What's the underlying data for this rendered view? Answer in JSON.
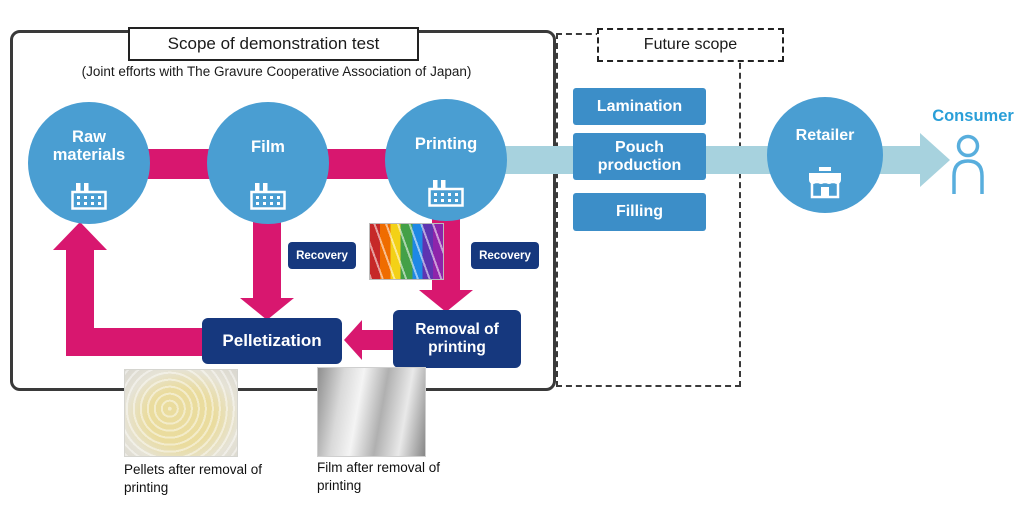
{
  "title_box": "Scope of demonstration test",
  "subtitle": "(Joint efforts with The Gravure Cooperative Association of Japan)",
  "future_scope_label": "Future scope",
  "nodes": {
    "raw_materials": "Raw materials",
    "film": "Film",
    "printing": "Printing",
    "retailer": "Retailer",
    "consumer": "Consumer"
  },
  "future_steps": [
    {
      "label": "Lamination"
    },
    {
      "label": "Pouch production"
    },
    {
      "label": "Filling"
    }
  ],
  "recycle": {
    "recovery_film_label": "Recovery",
    "recovery_printing_label": "Recovery",
    "pelletization_label": "Pelletization",
    "removal_label": "Removal of printing"
  },
  "captions": {
    "pellets": "Pellets after removal of printing",
    "film": "Film after removal of printing"
  },
  "icons": {
    "factory": "factory-icon",
    "store": "store-icon",
    "consumer": "person-icon",
    "photos": [
      "color-swatches-photo",
      "pellets-photo",
      "clear-film-photo"
    ]
  },
  "colors": {
    "node_blue": "#4a9ed2",
    "step_blue": "#3c8ec8",
    "navy": "#16387e",
    "pink": "#d8176f",
    "flow_light_blue": "#a7d2de",
    "consumer_text": "#2a9fd8"
  }
}
